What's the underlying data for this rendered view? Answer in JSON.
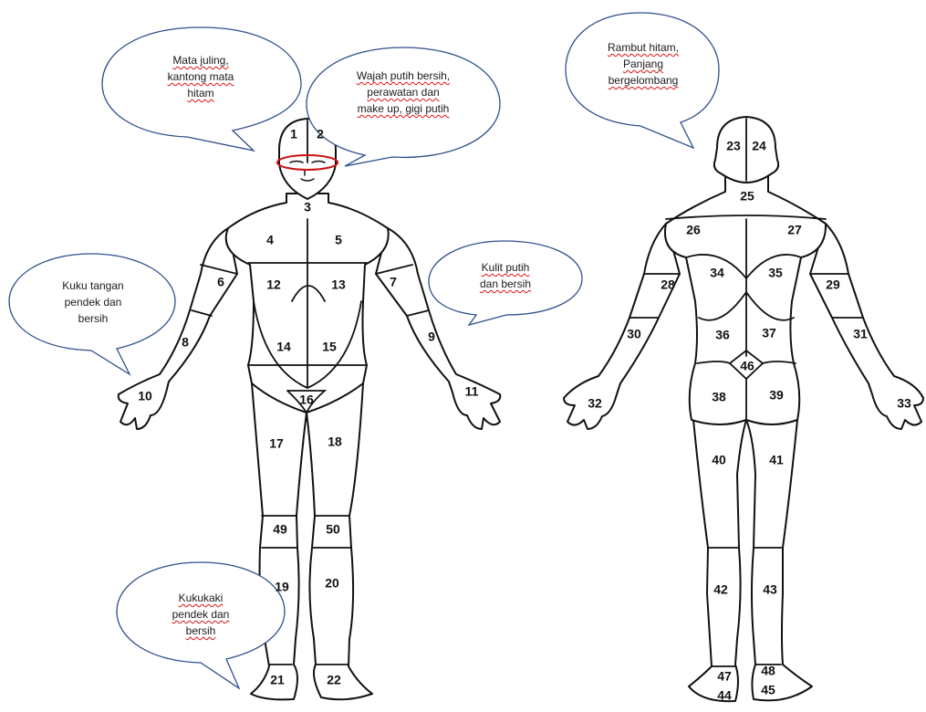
{
  "notes": {
    "eyes": "Mata juling,\nkantong mata\nhitam",
    "face": "Wajah putih bersih,\nperawatan dan\nmake up, gigi putih",
    "hair": "Rambut hitam,\nPanjang\nbergelombang",
    "nails_hand": "Kuku tangan\npendek dan\nbersih",
    "skin": "Kulit putih\ndan bersih",
    "nails_foot": "Kukukaki\npendek dan\nbersih"
  },
  "front_regions": [
    "1",
    "2",
    "3",
    "4",
    "5",
    "6",
    "7",
    "8",
    "9",
    "10",
    "11",
    "12",
    "13",
    "14",
    "15",
    "16",
    "17",
    "18",
    "19",
    "20",
    "21",
    "22",
    "49",
    "50"
  ],
  "back_regions": [
    "23",
    "24",
    "25",
    "26",
    "27",
    "28",
    "29",
    "30",
    "31",
    "32",
    "33",
    "34",
    "35",
    "36",
    "37",
    "38",
    "39",
    "40",
    "41",
    "42",
    "43",
    "44",
    "45",
    "46",
    "47",
    "48"
  ],
  "colors": {
    "outline": "#111111",
    "bubble_border": "#2f4f8c",
    "eye_highlight": "#cc1111",
    "spellcheck": "#dd1111"
  }
}
